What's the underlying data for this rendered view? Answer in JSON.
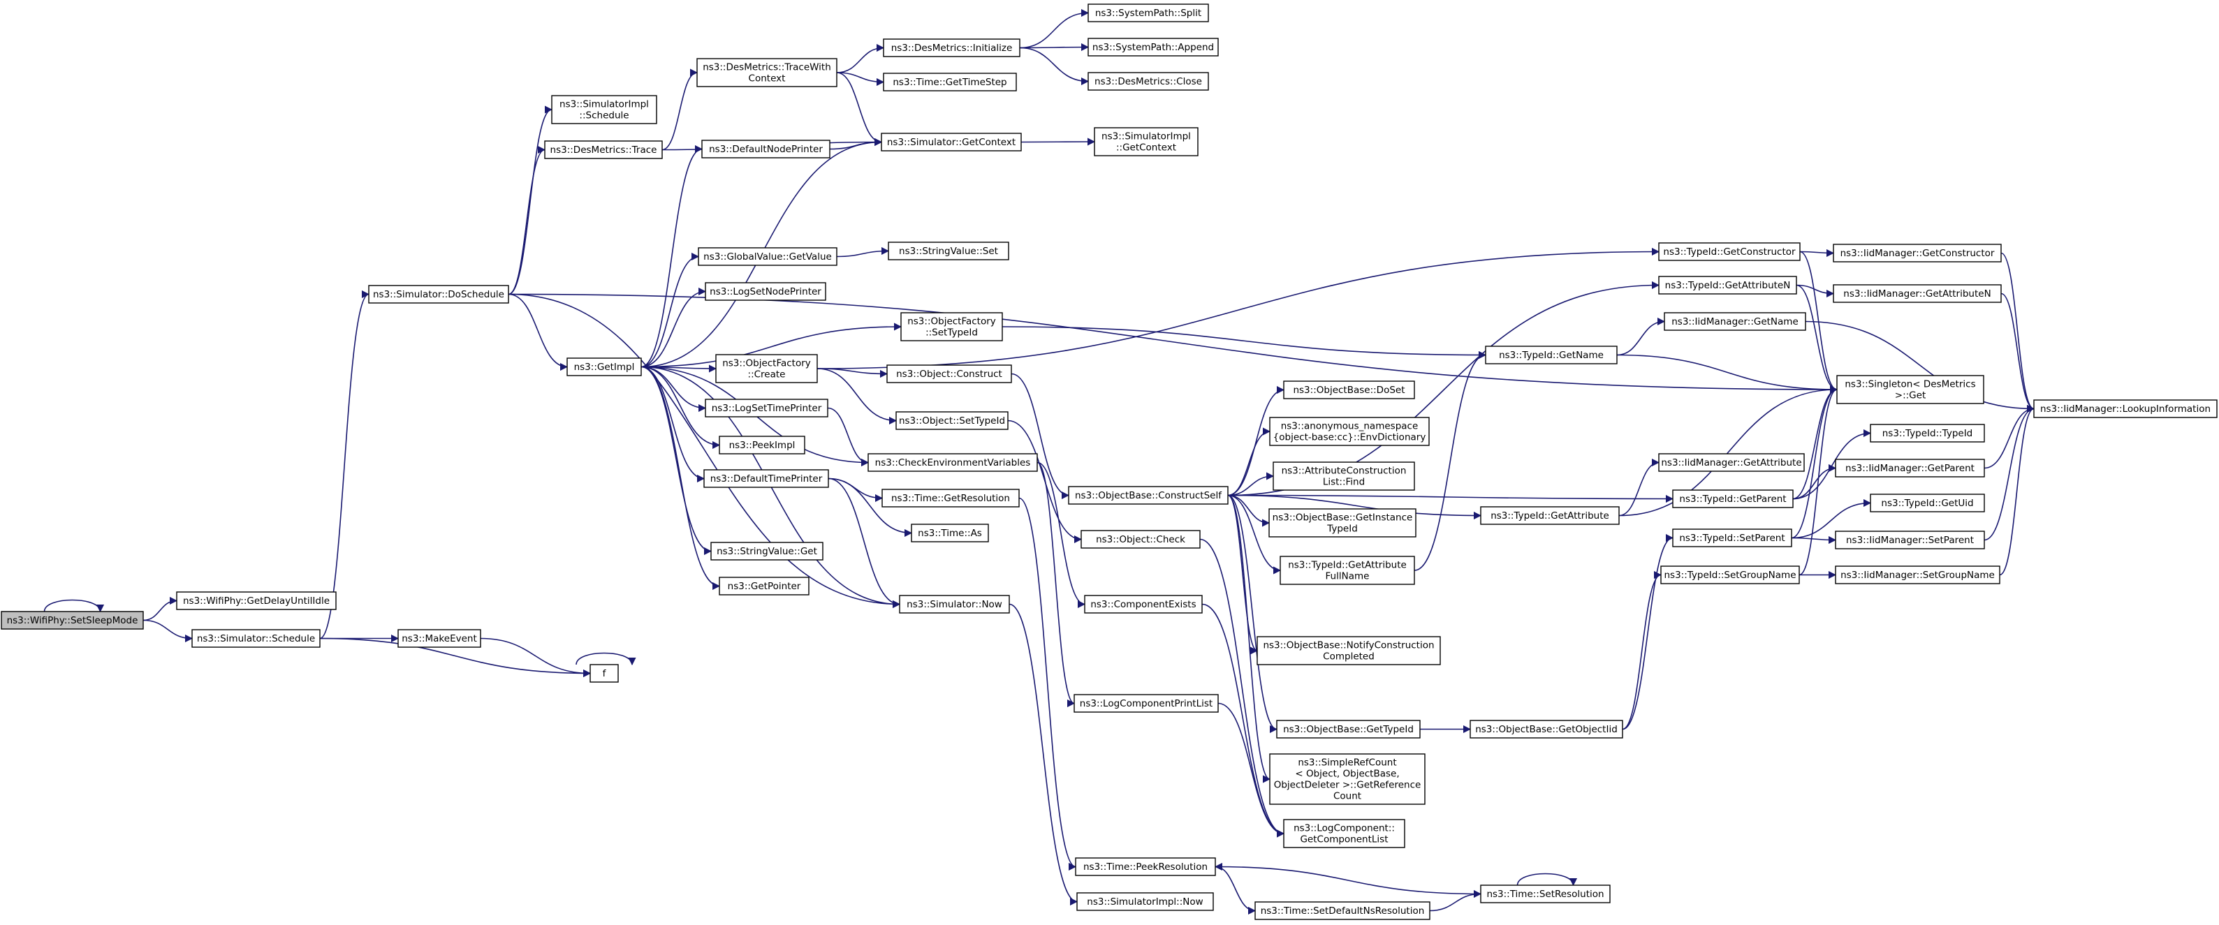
{
  "diagram_type": "call-graph",
  "colors": {
    "edge": "#191970",
    "node_border": "#000000",
    "root_fill": "#bfbfbf",
    "node_fill": "#ffffff"
  },
  "nodes": [
    {
      "id": "setSleepMode",
      "lines": [
        "ns3::WifiPhy::SetSleepMode"
      ]
    },
    {
      "id": "getDelayUntilIdle",
      "lines": [
        "ns3::WifiPhy::GetDelayUntilIdle"
      ]
    },
    {
      "id": "simSchedule",
      "lines": [
        "ns3::Simulator::Schedule"
      ]
    },
    {
      "id": "makeEvent",
      "lines": [
        "ns3::MakeEvent"
      ]
    },
    {
      "id": "f",
      "lines": [
        "f"
      ]
    },
    {
      "id": "doSchedule",
      "lines": [
        "ns3::Simulator::DoSchedule"
      ]
    },
    {
      "id": "simImplSchedule",
      "lines": [
        "ns3::SimulatorImpl",
        "::Schedule"
      ]
    },
    {
      "id": "desTrace",
      "lines": [
        "ns3::DesMetrics::Trace"
      ]
    },
    {
      "id": "getImpl",
      "lines": [
        "ns3::GetImpl"
      ]
    },
    {
      "id": "traceWithContext",
      "lines": [
        "ns3::DesMetrics::TraceWith",
        "Context"
      ]
    },
    {
      "id": "desInit",
      "lines": [
        "ns3::DesMetrics::Initialize"
      ]
    },
    {
      "id": "sysSplit",
      "lines": [
        "ns3::SystemPath::Split"
      ]
    },
    {
      "id": "sysAppend",
      "lines": [
        "ns3::SystemPath::Append"
      ]
    },
    {
      "id": "desClose",
      "lines": [
        "ns3::DesMetrics::Close"
      ]
    },
    {
      "id": "getTimeStep",
      "lines": [
        "ns3::Time::GetTimeStep"
      ]
    },
    {
      "id": "simGetContext",
      "lines": [
        "ns3::Simulator::GetContext"
      ]
    },
    {
      "id": "simImplGetContext",
      "lines": [
        "ns3::SimulatorImpl",
        "::GetContext"
      ]
    },
    {
      "id": "defaultNodePrinter",
      "lines": [
        "ns3::DefaultNodePrinter"
      ]
    },
    {
      "id": "globalGetValue",
      "lines": [
        "ns3::GlobalValue::GetValue"
      ]
    },
    {
      "id": "stringValueSet",
      "lines": [
        "ns3::StringValue::Set"
      ]
    },
    {
      "id": "logSetNodePrinter",
      "lines": [
        "ns3::LogSetNodePrinter"
      ]
    },
    {
      "id": "objFactorySetTypeId",
      "lines": [
        "ns3::ObjectFactory",
        "::SetTypeId"
      ]
    },
    {
      "id": "objFactoryCreate",
      "lines": [
        "ns3::ObjectFactory",
        "::Create"
      ]
    },
    {
      "id": "objConstruct",
      "lines": [
        "ns3::Object::Construct"
      ]
    },
    {
      "id": "objSetTypeId",
      "lines": [
        "ns3::Object::SetTypeId"
      ]
    },
    {
      "id": "logSetTimePrinter",
      "lines": [
        "ns3::LogSetTimePrinter"
      ]
    },
    {
      "id": "peekImpl",
      "lines": [
        "ns3::PeekImpl"
      ]
    },
    {
      "id": "checkEnvVars",
      "lines": [
        "ns3::CheckEnvironmentVariables"
      ]
    },
    {
      "id": "defaultTimePrinter",
      "lines": [
        "ns3::DefaultTimePrinter"
      ]
    },
    {
      "id": "timeGetResolution",
      "lines": [
        "ns3::Time::GetResolution"
      ]
    },
    {
      "id": "timeAs",
      "lines": [
        "ns3::Time::As"
      ]
    },
    {
      "id": "stringValueGet",
      "lines": [
        "ns3::StringValue::Get"
      ]
    },
    {
      "id": "getPointer",
      "lines": [
        "ns3::GetPointer"
      ]
    },
    {
      "id": "simNow",
      "lines": [
        "ns3::Simulator::Now"
      ]
    },
    {
      "id": "constructSelf",
      "lines": [
        "ns3::ObjectBase::ConstructSelf"
      ]
    },
    {
      "id": "objCheck",
      "lines": [
        "ns3::Object::Check"
      ]
    },
    {
      "id": "componentExists",
      "lines": [
        "ns3::ComponentExists"
      ]
    },
    {
      "id": "logComponentPrintList",
      "lines": [
        "ns3::LogComponentPrintList"
      ]
    },
    {
      "id": "timePeekResolution",
      "lines": [
        "ns3::Time::PeekResolution"
      ]
    },
    {
      "id": "simImplNow",
      "lines": [
        "ns3::SimulatorImpl::Now"
      ]
    },
    {
      "id": "setDefaultNsRes",
      "lines": [
        "ns3::Time::SetDefaultNsResolution"
      ]
    },
    {
      "id": "timeSetResolution",
      "lines": [
        "ns3::Time::SetResolution"
      ]
    },
    {
      "id": "obDoSet",
      "lines": [
        "ns3::ObjectBase::DoSet"
      ]
    },
    {
      "id": "envDictionary",
      "lines": [
        "ns3::anonymous_namespace",
        "{object-base:cc}::EnvDictionary"
      ]
    },
    {
      "id": "attrConstructionListFind",
      "lines": [
        "ns3::AttributeConstruction",
        "List::Find"
      ]
    },
    {
      "id": "obGetInstanceTypeId",
      "lines": [
        "ns3::ObjectBase::GetInstance",
        "TypeId"
      ]
    },
    {
      "id": "tidGetAttributeFullName",
      "lines": [
        "ns3::TypeId::GetAttribute",
        "FullName"
      ]
    },
    {
      "id": "obNotifyConstructionCompleted",
      "lines": [
        "ns3::ObjectBase::NotifyConstruction",
        "Completed"
      ]
    },
    {
      "id": "obGetTypeId",
      "lines": [
        "ns3::ObjectBase::GetTypeId"
      ]
    },
    {
      "id": "simpleRefCount",
      "lines": [
        "ns3::SimpleRefCount",
        "< Object, ObjectBase,",
        "ObjectDeleter >::GetReference",
        "Count"
      ]
    },
    {
      "id": "logComponentGetList",
      "lines": [
        "ns3::LogComponent::",
        "GetComponentList"
      ]
    },
    {
      "id": "tidGetName",
      "lines": [
        "ns3::TypeId::GetName"
      ]
    },
    {
      "id": "tidGetAttribute",
      "lines": [
        "ns3::TypeId::GetAttribute"
      ]
    },
    {
      "id": "obGetObjectIid",
      "lines": [
        "ns3::ObjectBase::GetObjectIid"
      ]
    },
    {
      "id": "tidGetConstructor",
      "lines": [
        "ns3::TypeId::GetConstructor"
      ]
    },
    {
      "id": "tidGetAttributeN",
      "lines": [
        "ns3::TypeId::GetAttributeN"
      ]
    },
    {
      "id": "iidGetName",
      "lines": [
        "ns3::IidManager::GetName"
      ]
    },
    {
      "id": "iidGetAttribute",
      "lines": [
        "ns3::IidManager::GetAttribute"
      ]
    },
    {
      "id": "tidGetParent",
      "lines": [
        "ns3::TypeId::GetParent"
      ]
    },
    {
      "id": "tidSetParent",
      "lines": [
        "ns3::TypeId::SetParent"
      ]
    },
    {
      "id": "tidSetGroupName",
      "lines": [
        "ns3::TypeId::SetGroupName"
      ]
    },
    {
      "id": "singletonGet",
      "lines": [
        "ns3::Singleton< DesMetrics",
        ">::Get"
      ]
    },
    {
      "id": "iidGetConstructor",
      "lines": [
        "ns3::IidManager::GetConstructor"
      ]
    },
    {
      "id": "iidGetAttributeN",
      "lines": [
        "ns3::IidManager::GetAttributeN"
      ]
    },
    {
      "id": "tidTypeId",
      "lines": [
        "ns3::TypeId::TypeId"
      ]
    },
    {
      "id": "iidGetParent",
      "lines": [
        "ns3::IidManager::GetParent"
      ]
    },
    {
      "id": "tidGetUid",
      "lines": [
        "ns3::TypeId::GetUid"
      ]
    },
    {
      "id": "iidSetParent",
      "lines": [
        "ns3::IidManager::SetParent"
      ]
    },
    {
      "id": "iidSetGroupName",
      "lines": [
        "ns3::IidManager::SetGroupName"
      ]
    },
    {
      "id": "iidLookupInformation",
      "lines": [
        "ns3::IidManager::LookupInformation"
      ]
    }
  ]
}
